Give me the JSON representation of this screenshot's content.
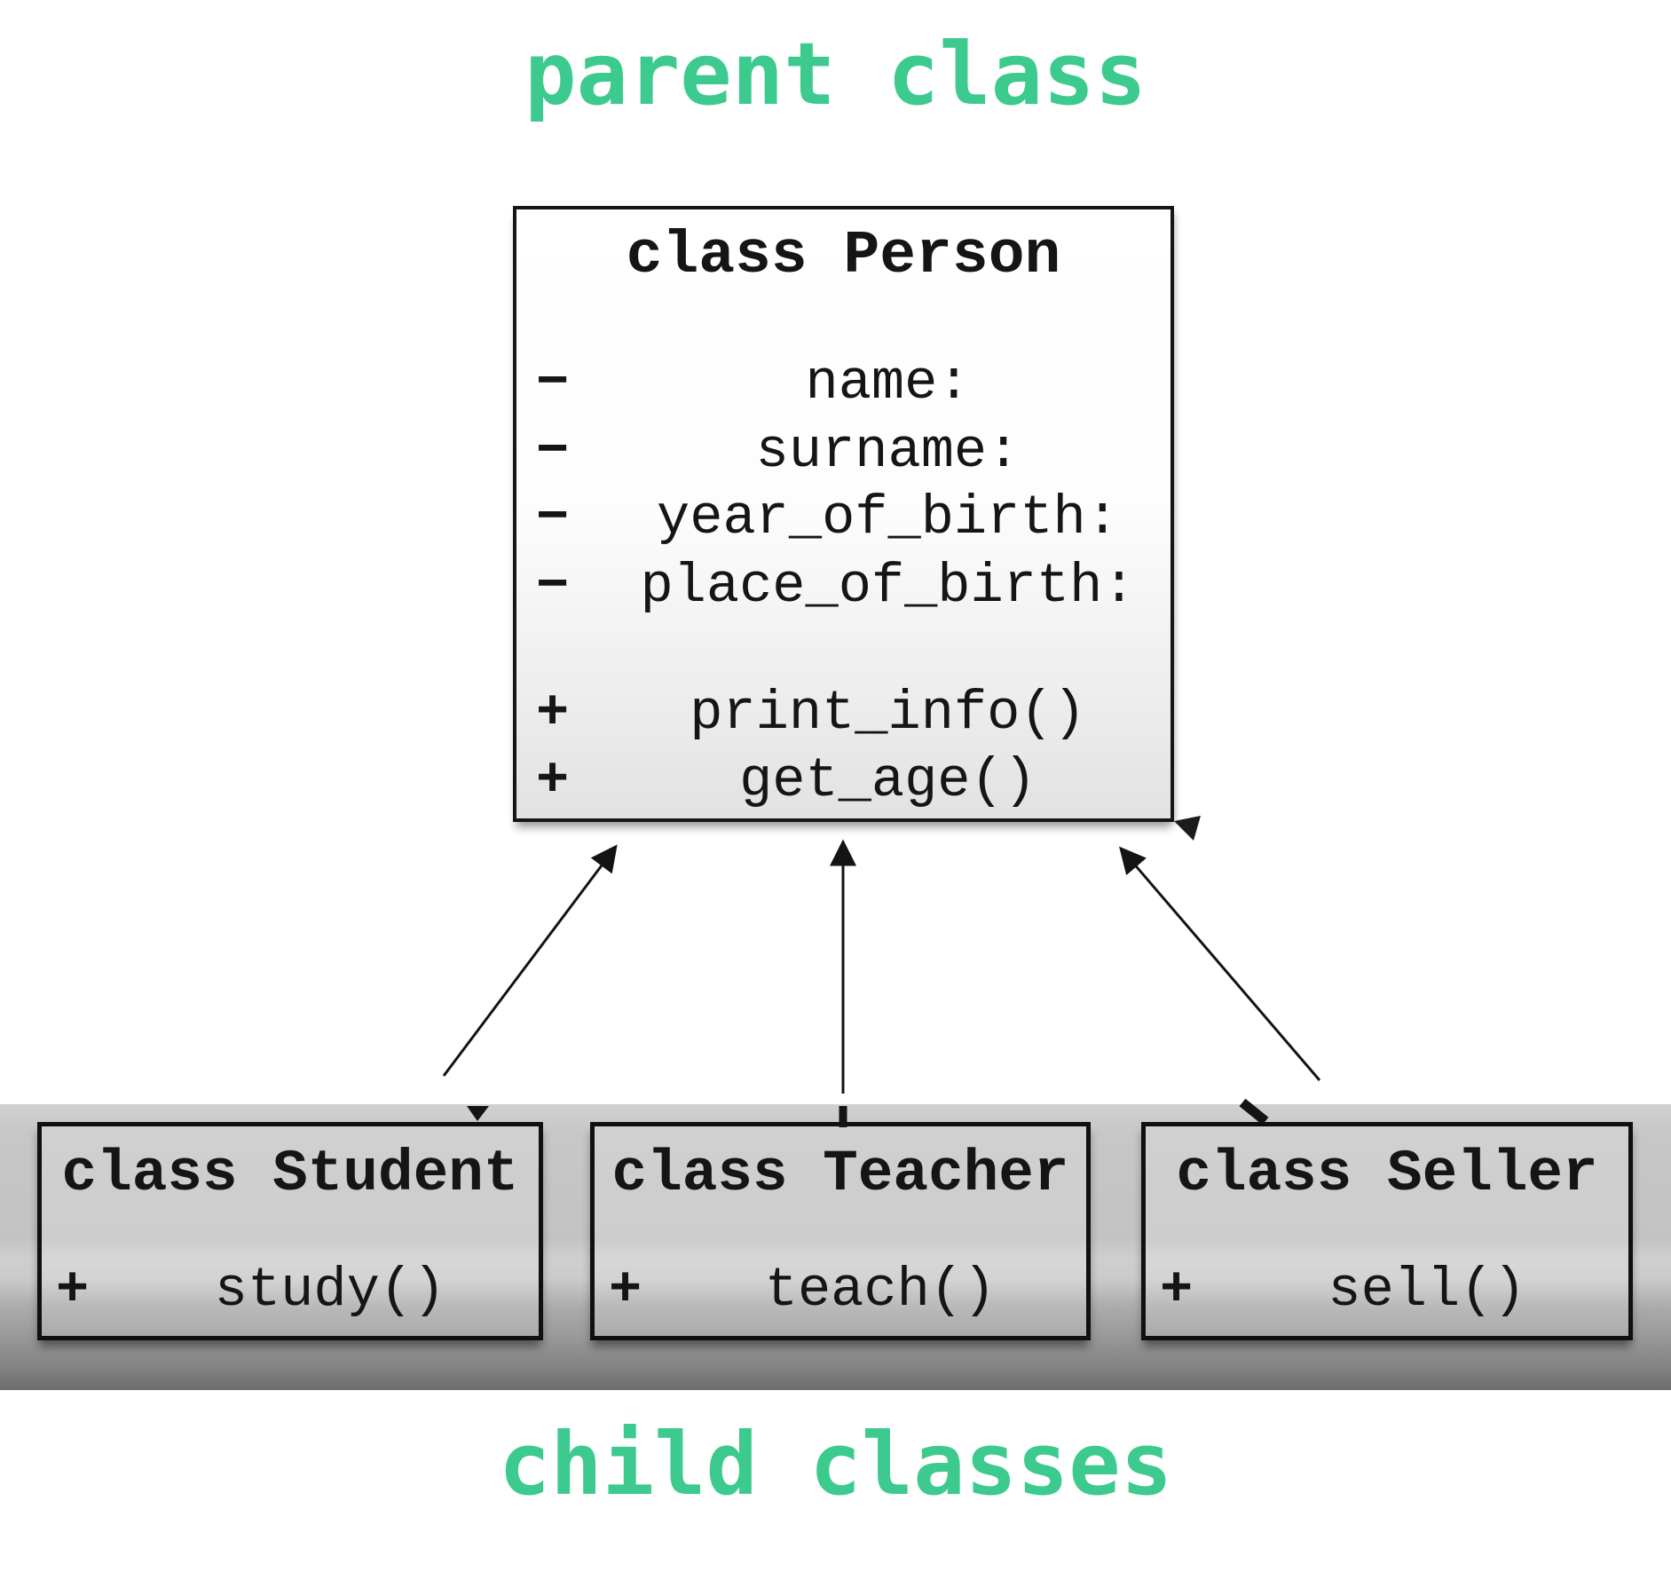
{
  "headings": {
    "parent": "parent class",
    "children": "child classes"
  },
  "colors": {
    "accent_green": "#3dca8e",
    "diagram_ink": "#151515",
    "band_gray": "#c6c6c6"
  },
  "parent_class": {
    "title": "class Person",
    "attributes": [
      {
        "vis": "−",
        "label": "name:"
      },
      {
        "vis": "−",
        "label": "surname:"
      },
      {
        "vis": "−",
        "label": "year_of_birth:"
      },
      {
        "vis": "−",
        "label": "place_of_birth:"
      }
    ],
    "methods": [
      {
        "vis": "+",
        "label": "print_info()"
      },
      {
        "vis": "+",
        "label": "get_age()"
      }
    ]
  },
  "child_classes": [
    {
      "title": "class Student",
      "method": {
        "vis": "+",
        "label": "study()"
      }
    },
    {
      "title": "class Teacher",
      "method": {
        "vis": "+",
        "label": "teach()"
      }
    },
    {
      "title": "class Seller",
      "method": {
        "vis": "+",
        "label": "sell()"
      }
    }
  ]
}
